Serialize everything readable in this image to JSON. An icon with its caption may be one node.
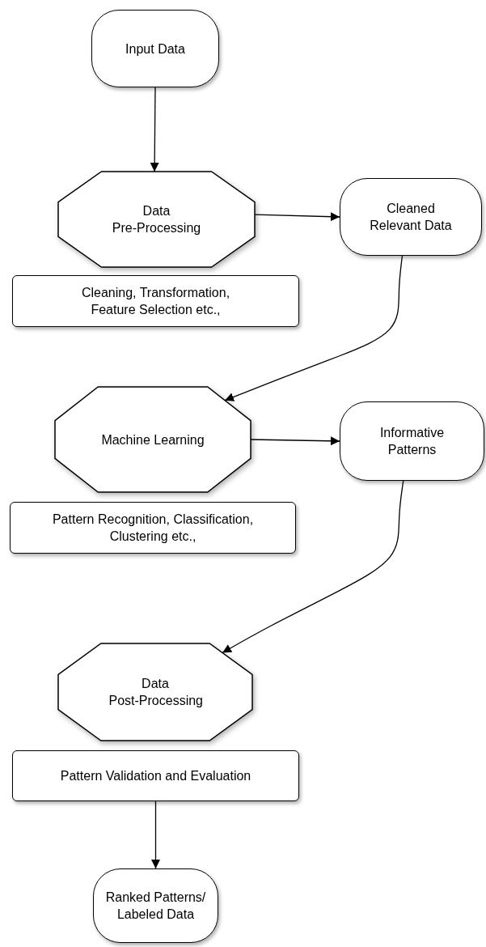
{
  "diagram": {
    "nodes": [
      {
        "text": [
          "Input Data"
        ]
      },
      {
        "text": [
          "Data Pre-Processing"
        ]
      },
      {
        "text": [
          "Cleaned Relevant Data"
        ]
      },
      {
        "text": [
          "Cleaning, Transformation, Feature Selection etc.,"
        ]
      },
      {
        "text": [
          "Machine Learning"
        ]
      },
      {
        "text": [
          "Informative Patterns"
        ]
      },
      {
        "text": [
          "Pattern Recognition, Classification, Clustering etc.,"
        ]
      },
      {
        "text": [
          "Data Post-Processing"
        ]
      },
      {
        "text": [
          "Pattern Validation and Evaluation"
        ]
      },
      {
        "text": [
          "Ranked Patterns/ Labeled Data"
        ]
      }
    ],
    "edges": [
      {
        "from": 0,
        "to": 1,
        "arrow": "to"
      },
      {
        "from": 1,
        "to": 2,
        "arrow": "to"
      },
      {
        "from": 2,
        "to": 4,
        "arrow": "to"
      },
      {
        "from": 4,
        "to": 5,
        "arrow": "to"
      },
      {
        "from": 5,
        "to": 7,
        "arrow": "to"
      },
      {
        "from": 8,
        "to": 9,
        "arrow": "to"
      }
    ]
  }
}
